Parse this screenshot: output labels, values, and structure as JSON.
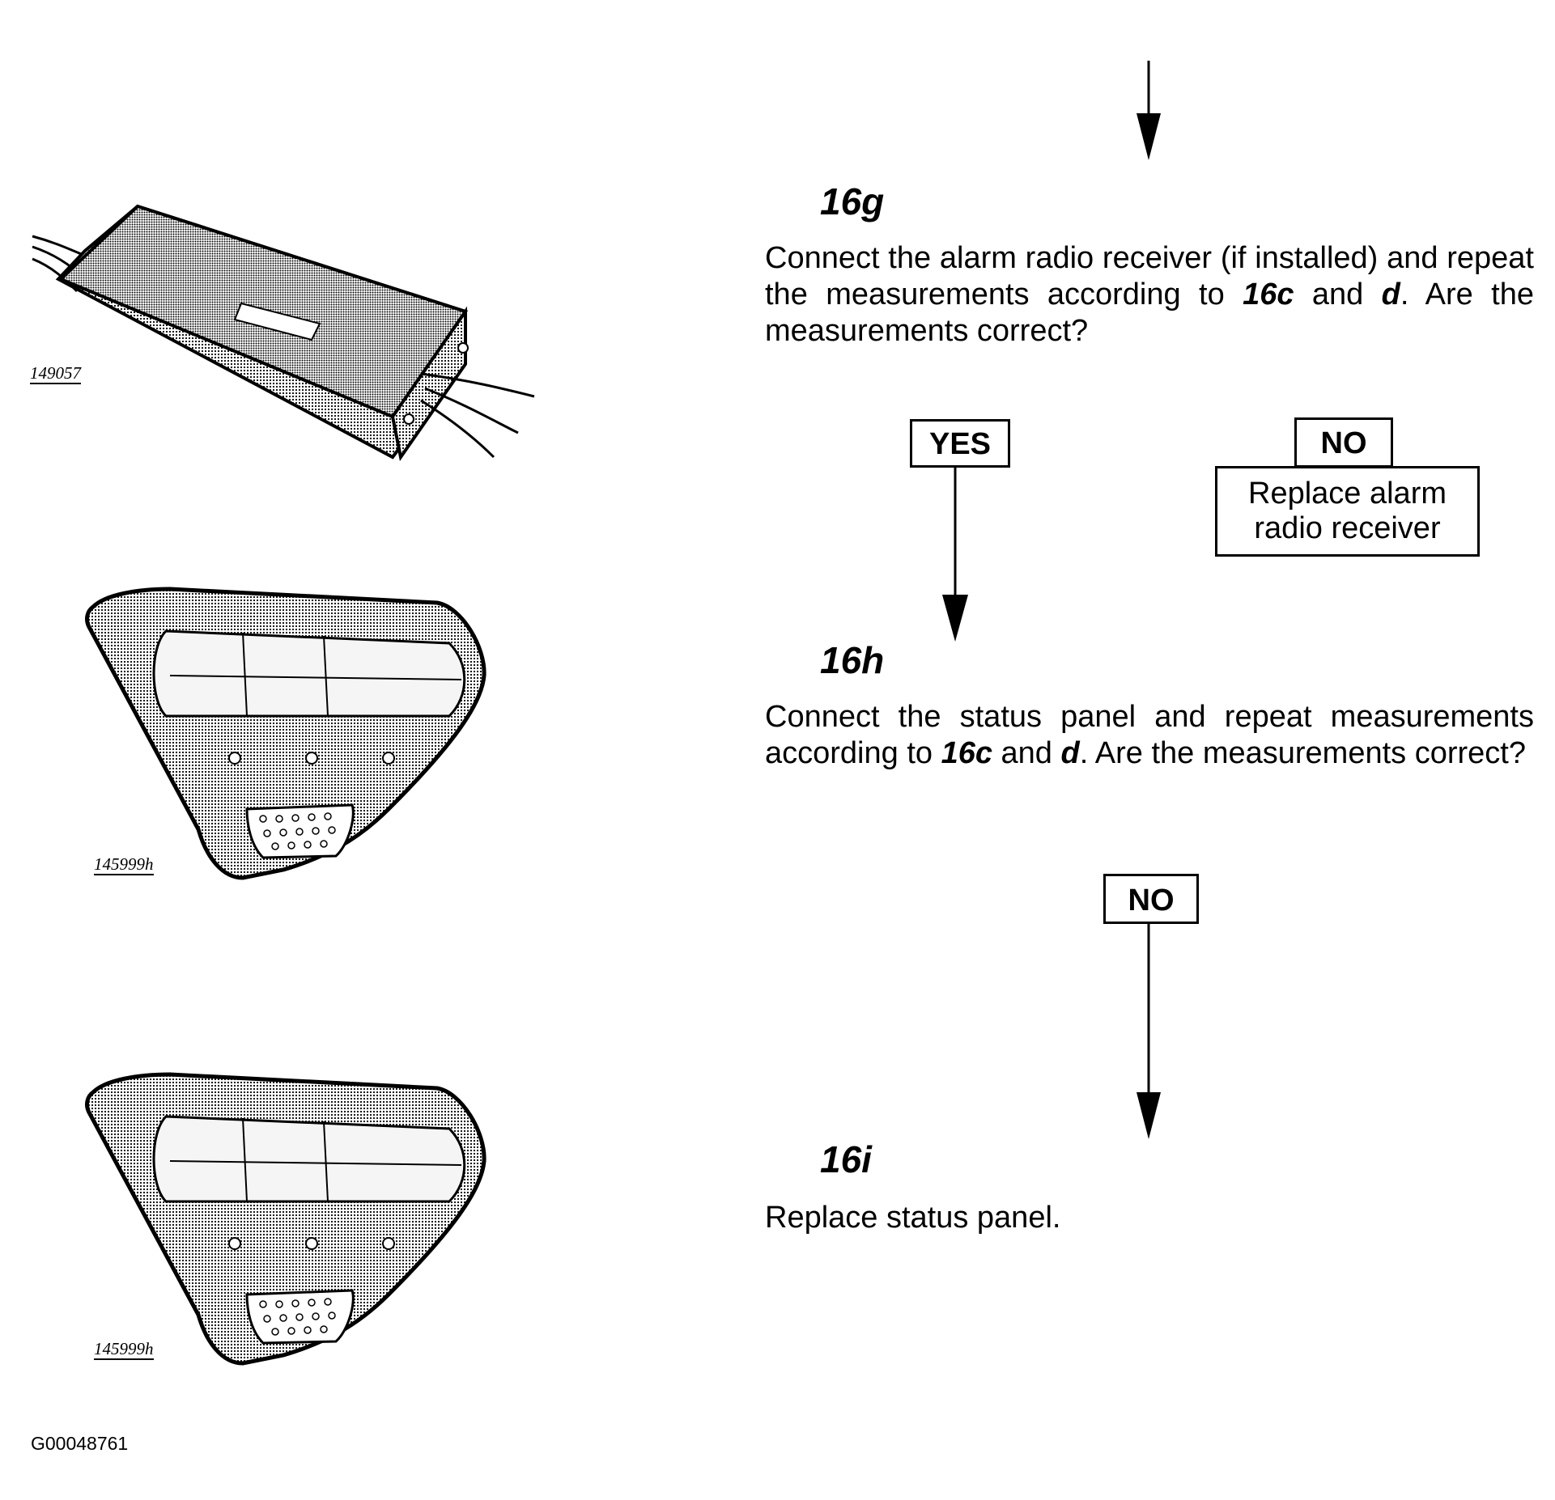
{
  "steps": {
    "g": {
      "id": "16g",
      "text_pre": "Connect the alarm radio receiver (if installed) and repeat the measurements according to ",
      "ref1": "16c",
      "text_mid": " and ",
      "ref2": "d",
      "text_post": ". Are the measurements correct?"
    },
    "h": {
      "id": "16h",
      "text_pre": "Connect the status panel and repeat measurements according to ",
      "ref1": "16c",
      "text_mid": " and ",
      "ref2": "d",
      "text_post": ". Are the measurements correct?"
    },
    "i": {
      "id": "16i",
      "text": "Replace status panel."
    }
  },
  "decisions": {
    "g_yes": "YES",
    "g_no": "NO",
    "g_no_action_line1": "Replace alarm",
    "g_no_action_line2": "radio receiver",
    "h_no": "NO"
  },
  "figures": {
    "receiver_label": "149057",
    "panel1_label": "145999h",
    "panel2_label": "145999h"
  },
  "document_id": "G00048761",
  "colors": {
    "ink": "#000000",
    "paper": "#ffffff",
    "shade": "#b8b8b8"
  }
}
